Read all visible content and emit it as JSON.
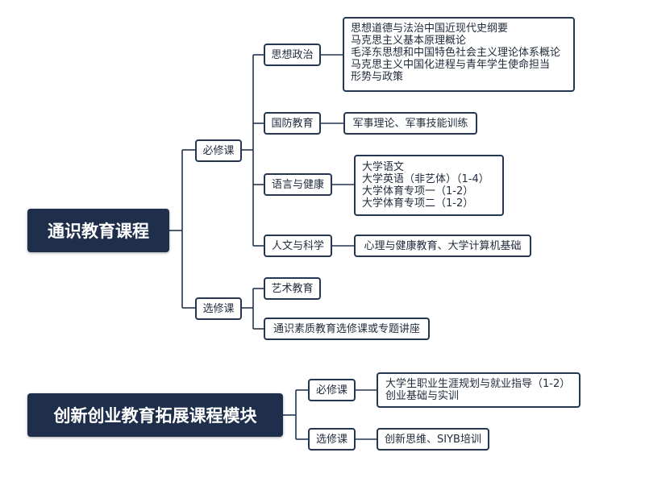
{
  "modules": [
    {
      "title": "通识教育课程",
      "branches": [
        {
          "label": "必修课",
          "groups": [
            {
              "label": "思想政治",
              "items": [
                "思想道德与法治中国近现代史纲要",
                "马克思主义基本原理概论",
                "毛泽东思想和中国特色社会主义理论体系概论",
                "马克思主义中国化进程与青年学生使命担当",
                "形势与政策"
              ]
            },
            {
              "label": "国防教育",
              "items": [
                "军事理论、军事技能训练"
              ]
            },
            {
              "label": "语言与健康",
              "items": [
                "大学语文",
                "大学英语（非艺体）（1-4）",
                "大学体育专项一（1-2）",
                "大学体育专项二（1-2）"
              ]
            },
            {
              "label": "人文与科学",
              "items": [
                "心理与健康教育、大学计算机基础"
              ]
            }
          ]
        },
        {
          "label": "选修课",
          "groups": [
            {
              "label": "艺术教育"
            },
            {
              "label": "通识素质教育选修课或专题讲座"
            }
          ]
        }
      ]
    },
    {
      "title": "创新创业教育拓展课程模块",
      "branches": [
        {
          "label": "必修课",
          "items": [
            "大学生职业生涯规划与就业指导（1-2）",
            "创业基础与实训"
          ]
        },
        {
          "label": "选修课",
          "items": [
            "创新思维、SIYB培训"
          ]
        }
      ]
    }
  ]
}
